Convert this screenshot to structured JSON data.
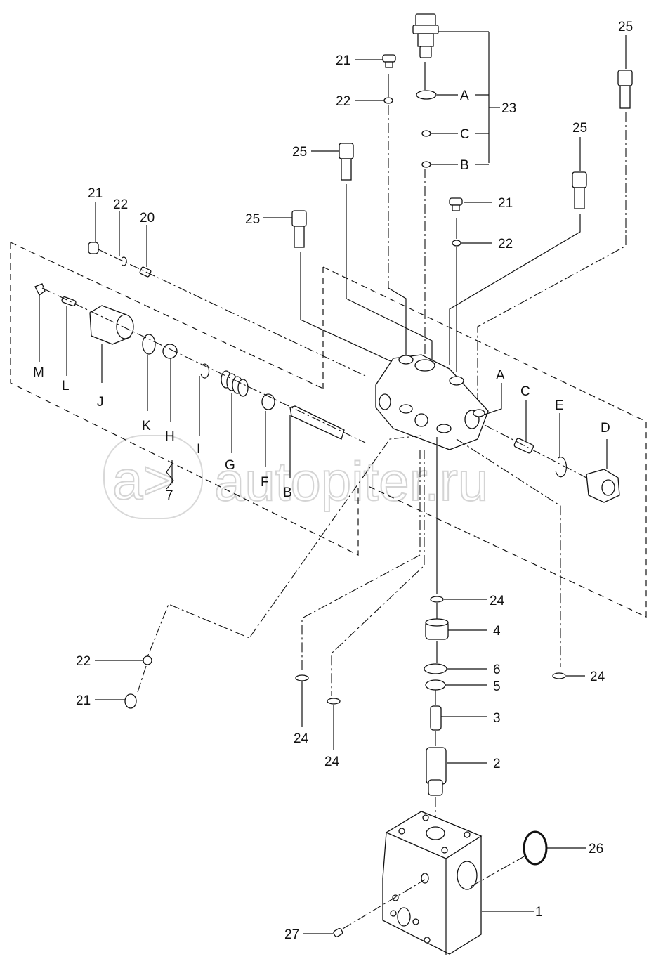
{
  "diagram": {
    "title": "Valve assembly exploded parts diagram",
    "watermark": "autopiter.ru",
    "watermark_logo": "a>",
    "callouts": [
      {
        "id": "c-21-top",
        "text": "21"
      },
      {
        "id": "c-22-top",
        "text": "22"
      },
      {
        "id": "c-A-top",
        "text": "A"
      },
      {
        "id": "c-C-top",
        "text": "C"
      },
      {
        "id": "c-B-top",
        "text": "B"
      },
      {
        "id": "c-23",
        "text": "23"
      },
      {
        "id": "c-25-a",
        "text": "25"
      },
      {
        "id": "c-25-b",
        "text": "25"
      },
      {
        "id": "c-25-c",
        "text": "25"
      },
      {
        "id": "c-25-d",
        "text": "25"
      },
      {
        "id": "c-21-mid",
        "text": "21"
      },
      {
        "id": "c-22-mid",
        "text": "22"
      },
      {
        "id": "c-21-left",
        "text": "21"
      },
      {
        "id": "c-22-left",
        "text": "22"
      },
      {
        "id": "c-20",
        "text": "20"
      },
      {
        "id": "c-M",
        "text": "M"
      },
      {
        "id": "c-L",
        "text": "L"
      },
      {
        "id": "c-J",
        "text": "J"
      },
      {
        "id": "c-K",
        "text": "K"
      },
      {
        "id": "c-H",
        "text": "H"
      },
      {
        "id": "c-I",
        "text": "I"
      },
      {
        "id": "c-G",
        "text": "G"
      },
      {
        "id": "c-F",
        "text": "F"
      },
      {
        "id": "c-B-left",
        "text": "B"
      },
      {
        "id": "c-7",
        "text": "7"
      },
      {
        "id": "c-A-right",
        "text": "A"
      },
      {
        "id": "c-C-right",
        "text": "C"
      },
      {
        "id": "c-E",
        "text": "E"
      },
      {
        "id": "c-D",
        "text": "D"
      },
      {
        "id": "c-24-a",
        "text": "24"
      },
      {
        "id": "c-4",
        "text": "4"
      },
      {
        "id": "c-6",
        "text": "6"
      },
      {
        "id": "c-5",
        "text": "5"
      },
      {
        "id": "c-24-b",
        "text": "24"
      },
      {
        "id": "c-3",
        "text": "3"
      },
      {
        "id": "c-2",
        "text": "2"
      },
      {
        "id": "c-24-c",
        "text": "24"
      },
      {
        "id": "c-24-d",
        "text": "24"
      },
      {
        "id": "c-22-low",
        "text": "22"
      },
      {
        "id": "c-21-low",
        "text": "21"
      },
      {
        "id": "c-26",
        "text": "26"
      },
      {
        "id": "c-1",
        "text": "1"
      },
      {
        "id": "c-27",
        "text": "27"
      }
    ]
  }
}
